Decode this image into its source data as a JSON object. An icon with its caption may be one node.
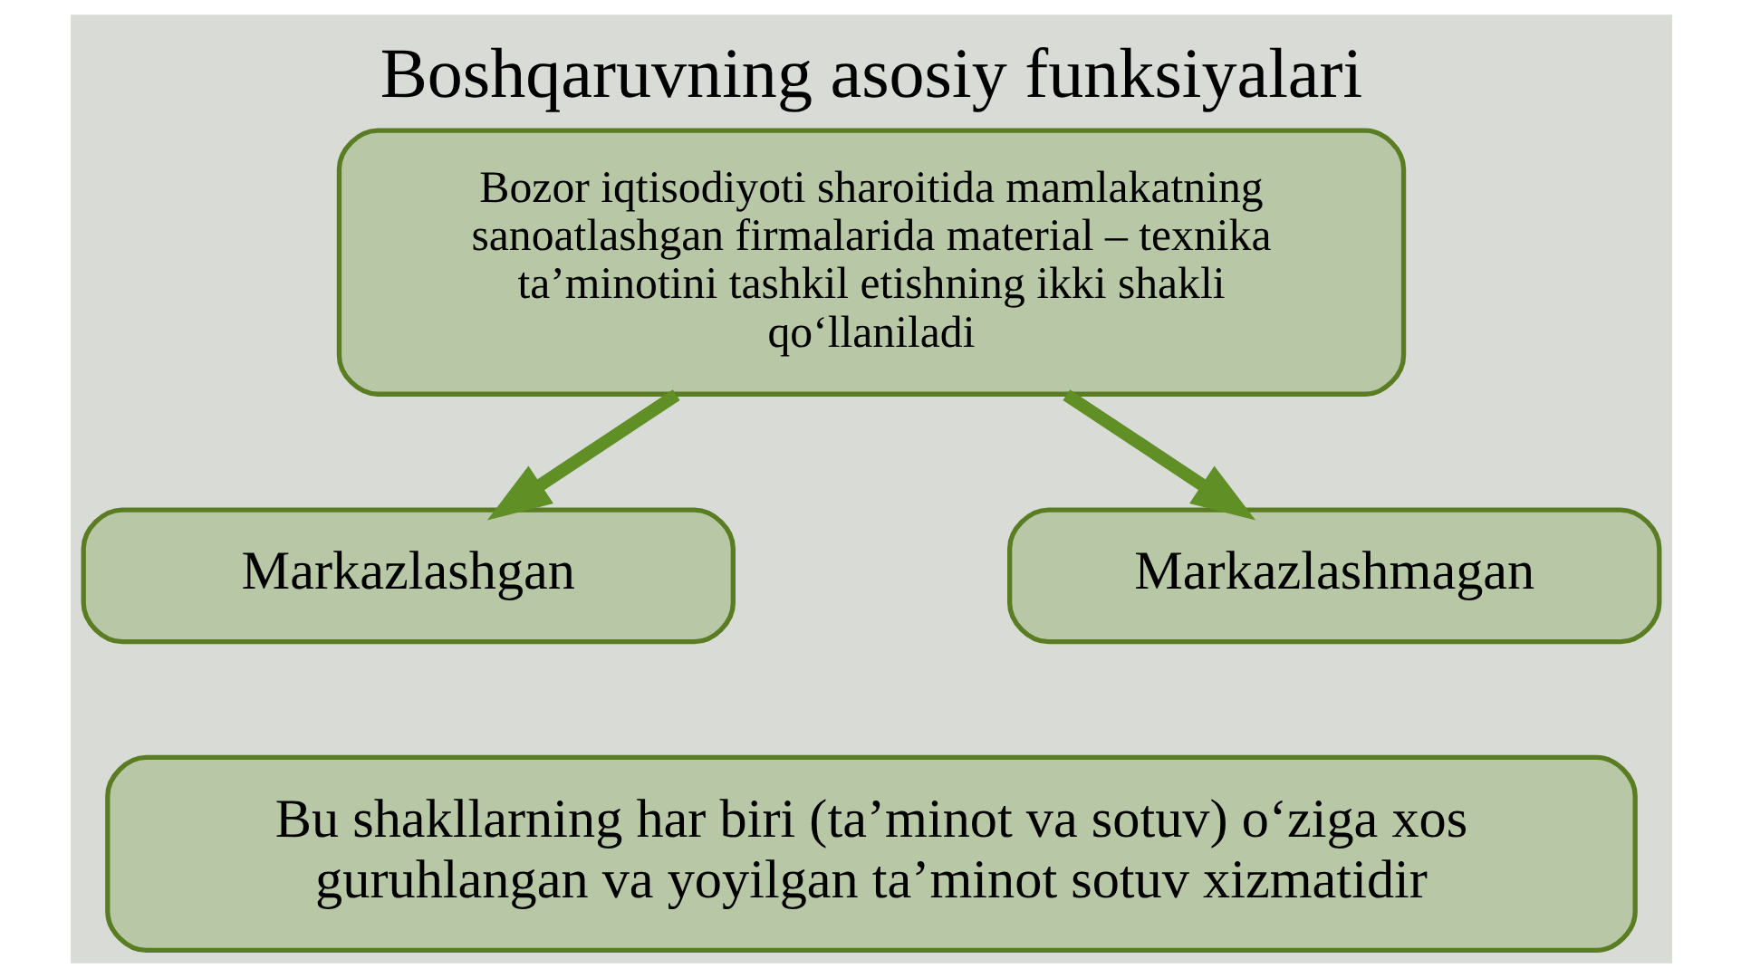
{
  "diagram": {
    "title": "Boshqaruvning asosiy funksiyalari",
    "nodes": [
      {
        "text": [
          "Bozor iqtisodiyoti sharoitida mamlakatning sanoatlashgan firmalarida material – texnika ta’minotini tashkil etishning ikki shakli qo‘llaniladi"
        ]
      },
      {
        "text": [
          "Markazlashgan"
        ]
      },
      {
        "text": [
          "Markazlashmagan"
        ]
      },
      {
        "text": [
          "Bu shakllarning har biri (ta’minot va sotuv) o‘ziga xos guruhlangan va yoyilgan ta’minot sotuv xizmatidir"
        ]
      }
    ],
    "edges": [
      {
        "from": 0,
        "to": 1,
        "arrow": "to"
      },
      {
        "from": 0,
        "to": 2,
        "arrow": "to"
      }
    ]
  }
}
